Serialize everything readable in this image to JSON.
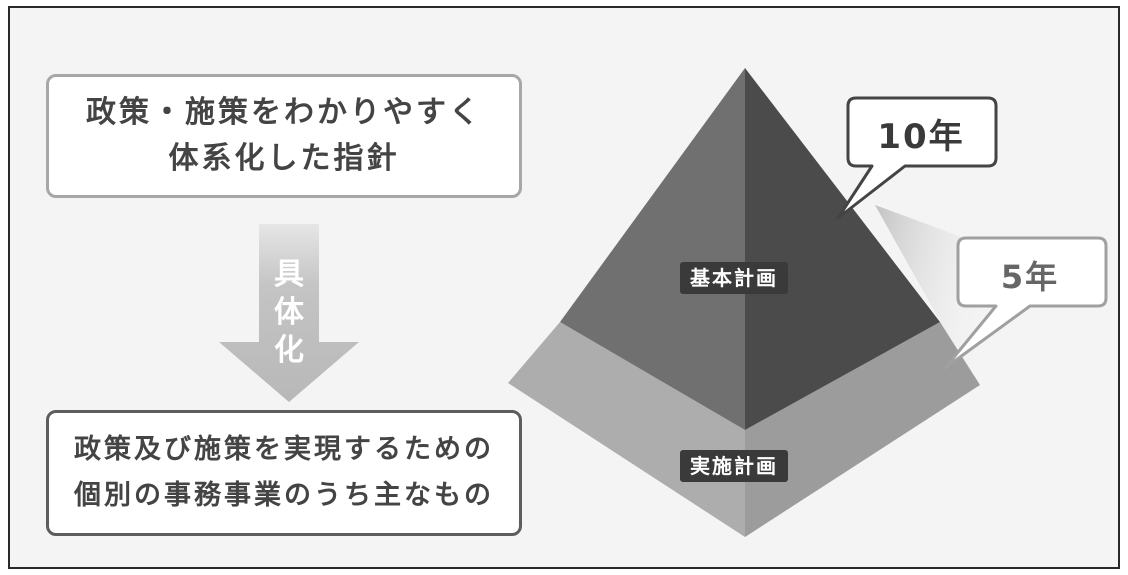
{
  "top_box": {
    "line1": "政策・施策をわかりやすく",
    "line2": "体系化した指針"
  },
  "arrow": {
    "chars": [
      "具",
      "体",
      "化"
    ]
  },
  "bottom_box": {
    "line1": "政策及び施策を実現するための",
    "line2": "個別の事務事業のうち主なもの"
  },
  "pyramid": {
    "basic_plan_label": "基本計画",
    "implementation_plan_label": "実施計画"
  },
  "bubbles": {
    "ten_years": "10年",
    "five_years": "5年"
  },
  "colors": {
    "pyramid_top_left": "#6e6e6e",
    "pyramid_top_right": "#4a4a4a",
    "pyramid_bottom_left": "#ababab",
    "pyramid_bottom_right": "#9b9b9b",
    "arrow_fill": "#bdbdbd"
  }
}
